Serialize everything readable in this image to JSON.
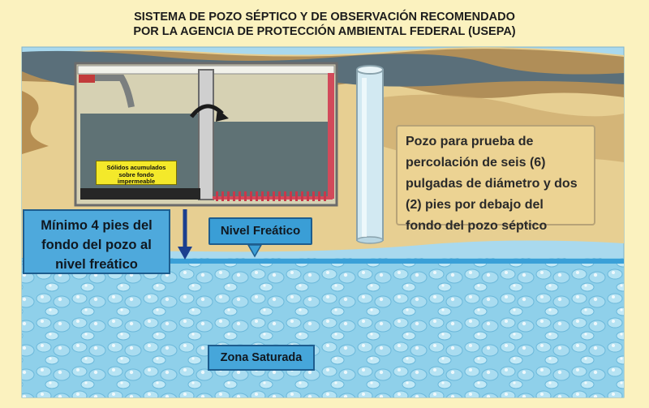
{
  "title": {
    "line1": "SISTEMA DE POZO SÉPTICO Y DE OBSERVACIÓN RECOMENDADO",
    "line2": "POR LA AGENCIA DE PROTECCIÓN AMBIENTAL FEDERAL (USEPA)"
  },
  "labels": {
    "solidos": [
      "Sólidos acumulados",
      "sobre fondo",
      "impermeable"
    ],
    "percolacion": [
      "Pozo para prueba de",
      "percolación de seis (6)",
      "pulgadas de diámetro y dos",
      "(2) pies por debajo del",
      "fondo del pozo séptico"
    ],
    "minimo": [
      "Mínimo 4 pies del",
      "fondo del pozo al",
      "nivel freático"
    ],
    "nivel_freatico": "Nivel Freático",
    "zona_saturada": "Zona Saturada"
  },
  "colors": {
    "background": "#fbf2bf",
    "water": "#8fd0ea",
    "soil_light": "#e7cf92",
    "soil_dark": "#b08e58",
    "tank_liquid": "#5f7275",
    "arrow": "#1b3f8f",
    "label_blue": "#4ea9dc",
    "label_yellow": "#f4e92a"
  }
}
